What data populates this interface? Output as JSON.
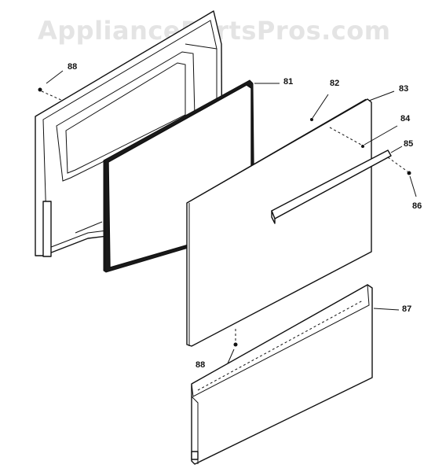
{
  "watermark": "AppliancePartsPros.com",
  "callouts": {
    "c81": "81",
    "c82": "82",
    "c83": "83",
    "c84": "84",
    "c85": "85",
    "c86": "86",
    "c87": "87",
    "c88_top": "88",
    "c88_bottom": "88"
  }
}
